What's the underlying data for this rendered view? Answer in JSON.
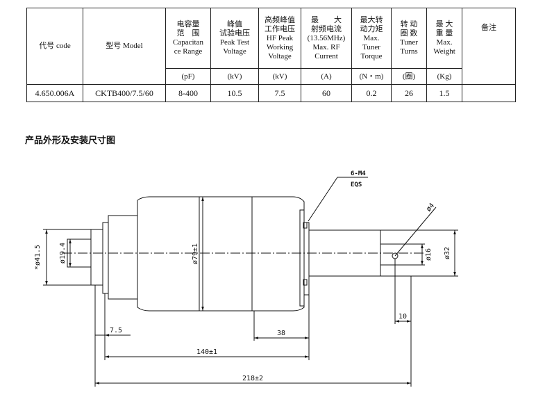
{
  "table": {
    "headers": [
      {
        "key": "code",
        "lines": [
          "代号 code"
        ]
      },
      {
        "key": "model",
        "lines": [
          "型号 Model"
        ]
      },
      {
        "key": "cap",
        "lines": [
          "电容量",
          "范　围",
          "Capacitan",
          "ce Range"
        ]
      },
      {
        "key": "peak",
        "lines": [
          "峰值",
          "试验电压",
          "Peak Test",
          "Voltage"
        ]
      },
      {
        "key": "hf",
        "lines": [
          "高频峰值",
          "工作电压",
          "HF Peak",
          "Working",
          "Voltage"
        ]
      },
      {
        "key": "rf",
        "lines": [
          "最　　大",
          "射频电流",
          "(13.56MHz)",
          "Max. RF",
          "Current"
        ]
      },
      {
        "key": "torque",
        "lines": [
          "最大转",
          "动力矩",
          "Max.",
          "Tuner",
          "Torque"
        ]
      },
      {
        "key": "turns",
        "lines": [
          "转 动",
          "圈 数",
          "Tuner",
          "Turns"
        ]
      },
      {
        "key": "weight",
        "lines": [
          "最 大",
          "重 量",
          "Max.",
          "Weight"
        ]
      },
      {
        "key": "remark",
        "lines": [
          "备注"
        ]
      }
    ],
    "units": [
      "(pF)",
      "(kV)",
      "(kV)",
      "(A)",
      "(N・m)",
      "(圈)",
      "(Kg)"
    ],
    "row": {
      "code": "4.650.006A",
      "model": "CKTB400/7.5/60",
      "cap": "8-400",
      "peak": "10.5",
      "hf": "7.5",
      "rf": "60",
      "torque": "0.2",
      "turns": "26",
      "weight": "1.5",
      "remark": ""
    }
  },
  "section_title": "产品外形及安装尺寸图",
  "drawing": {
    "dim_left_outer": "*ø41.5",
    "dim_left_inner": "ø19.4",
    "dim_body": "ø79±1",
    "dim_shaft_outer": "ø32",
    "dim_shaft_inner": "ø16",
    "dim_hole": "ø4",
    "thread_top": "6-M4",
    "thread_bottom": "EQS",
    "dim_7_5": "7.5",
    "dim_38": "38",
    "dim_10": "10",
    "dim_140": "140±1",
    "dim_218": "218±2"
  }
}
